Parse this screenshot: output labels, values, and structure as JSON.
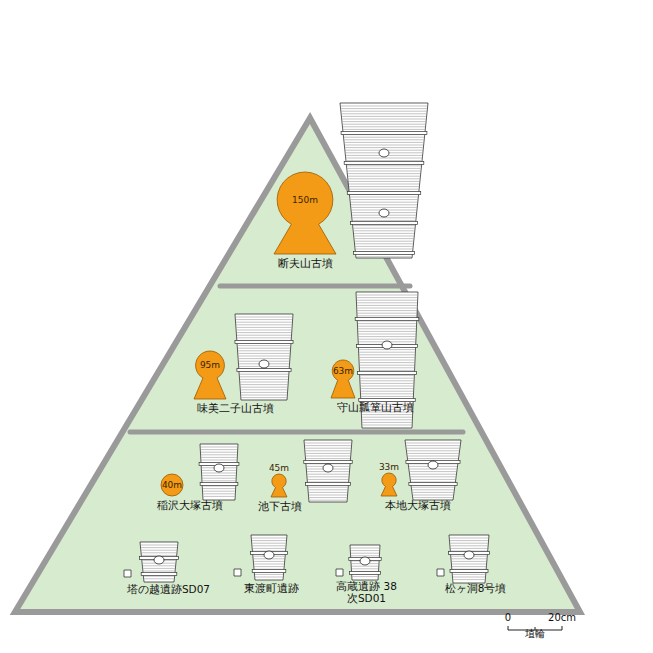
{
  "diagram": {
    "nodes": [
      {
        "text": [
          "150m",
          "断夫山古墳"
        ]
      },
      {
        "text": [
          "95m",
          "味美二子山古墳"
        ]
      },
      {
        "text": [
          "63m",
          "守山瓢箪山古墳"
        ]
      },
      {
        "text": [
          "40m",
          "稲沢大塚古墳"
        ]
      },
      {
        "text": [
          "45m",
          "池下古墳"
        ]
      },
      {
        "text": [
          "33m",
          "本地大塚古墳"
        ]
      },
      {
        "text": [
          "塔の越遺跡SD07"
        ]
      },
      {
        "text": [
          "東渡町遺跡"
        ]
      },
      {
        "text": [
          "高蔵遺跡 38次SD01"
        ]
      },
      {
        "text": [
          "松ヶ洞8号墳"
        ]
      }
    ],
    "edges": [],
    "labels": [
      "0",
      "20cm",
      "埴輪"
    ]
  }
}
